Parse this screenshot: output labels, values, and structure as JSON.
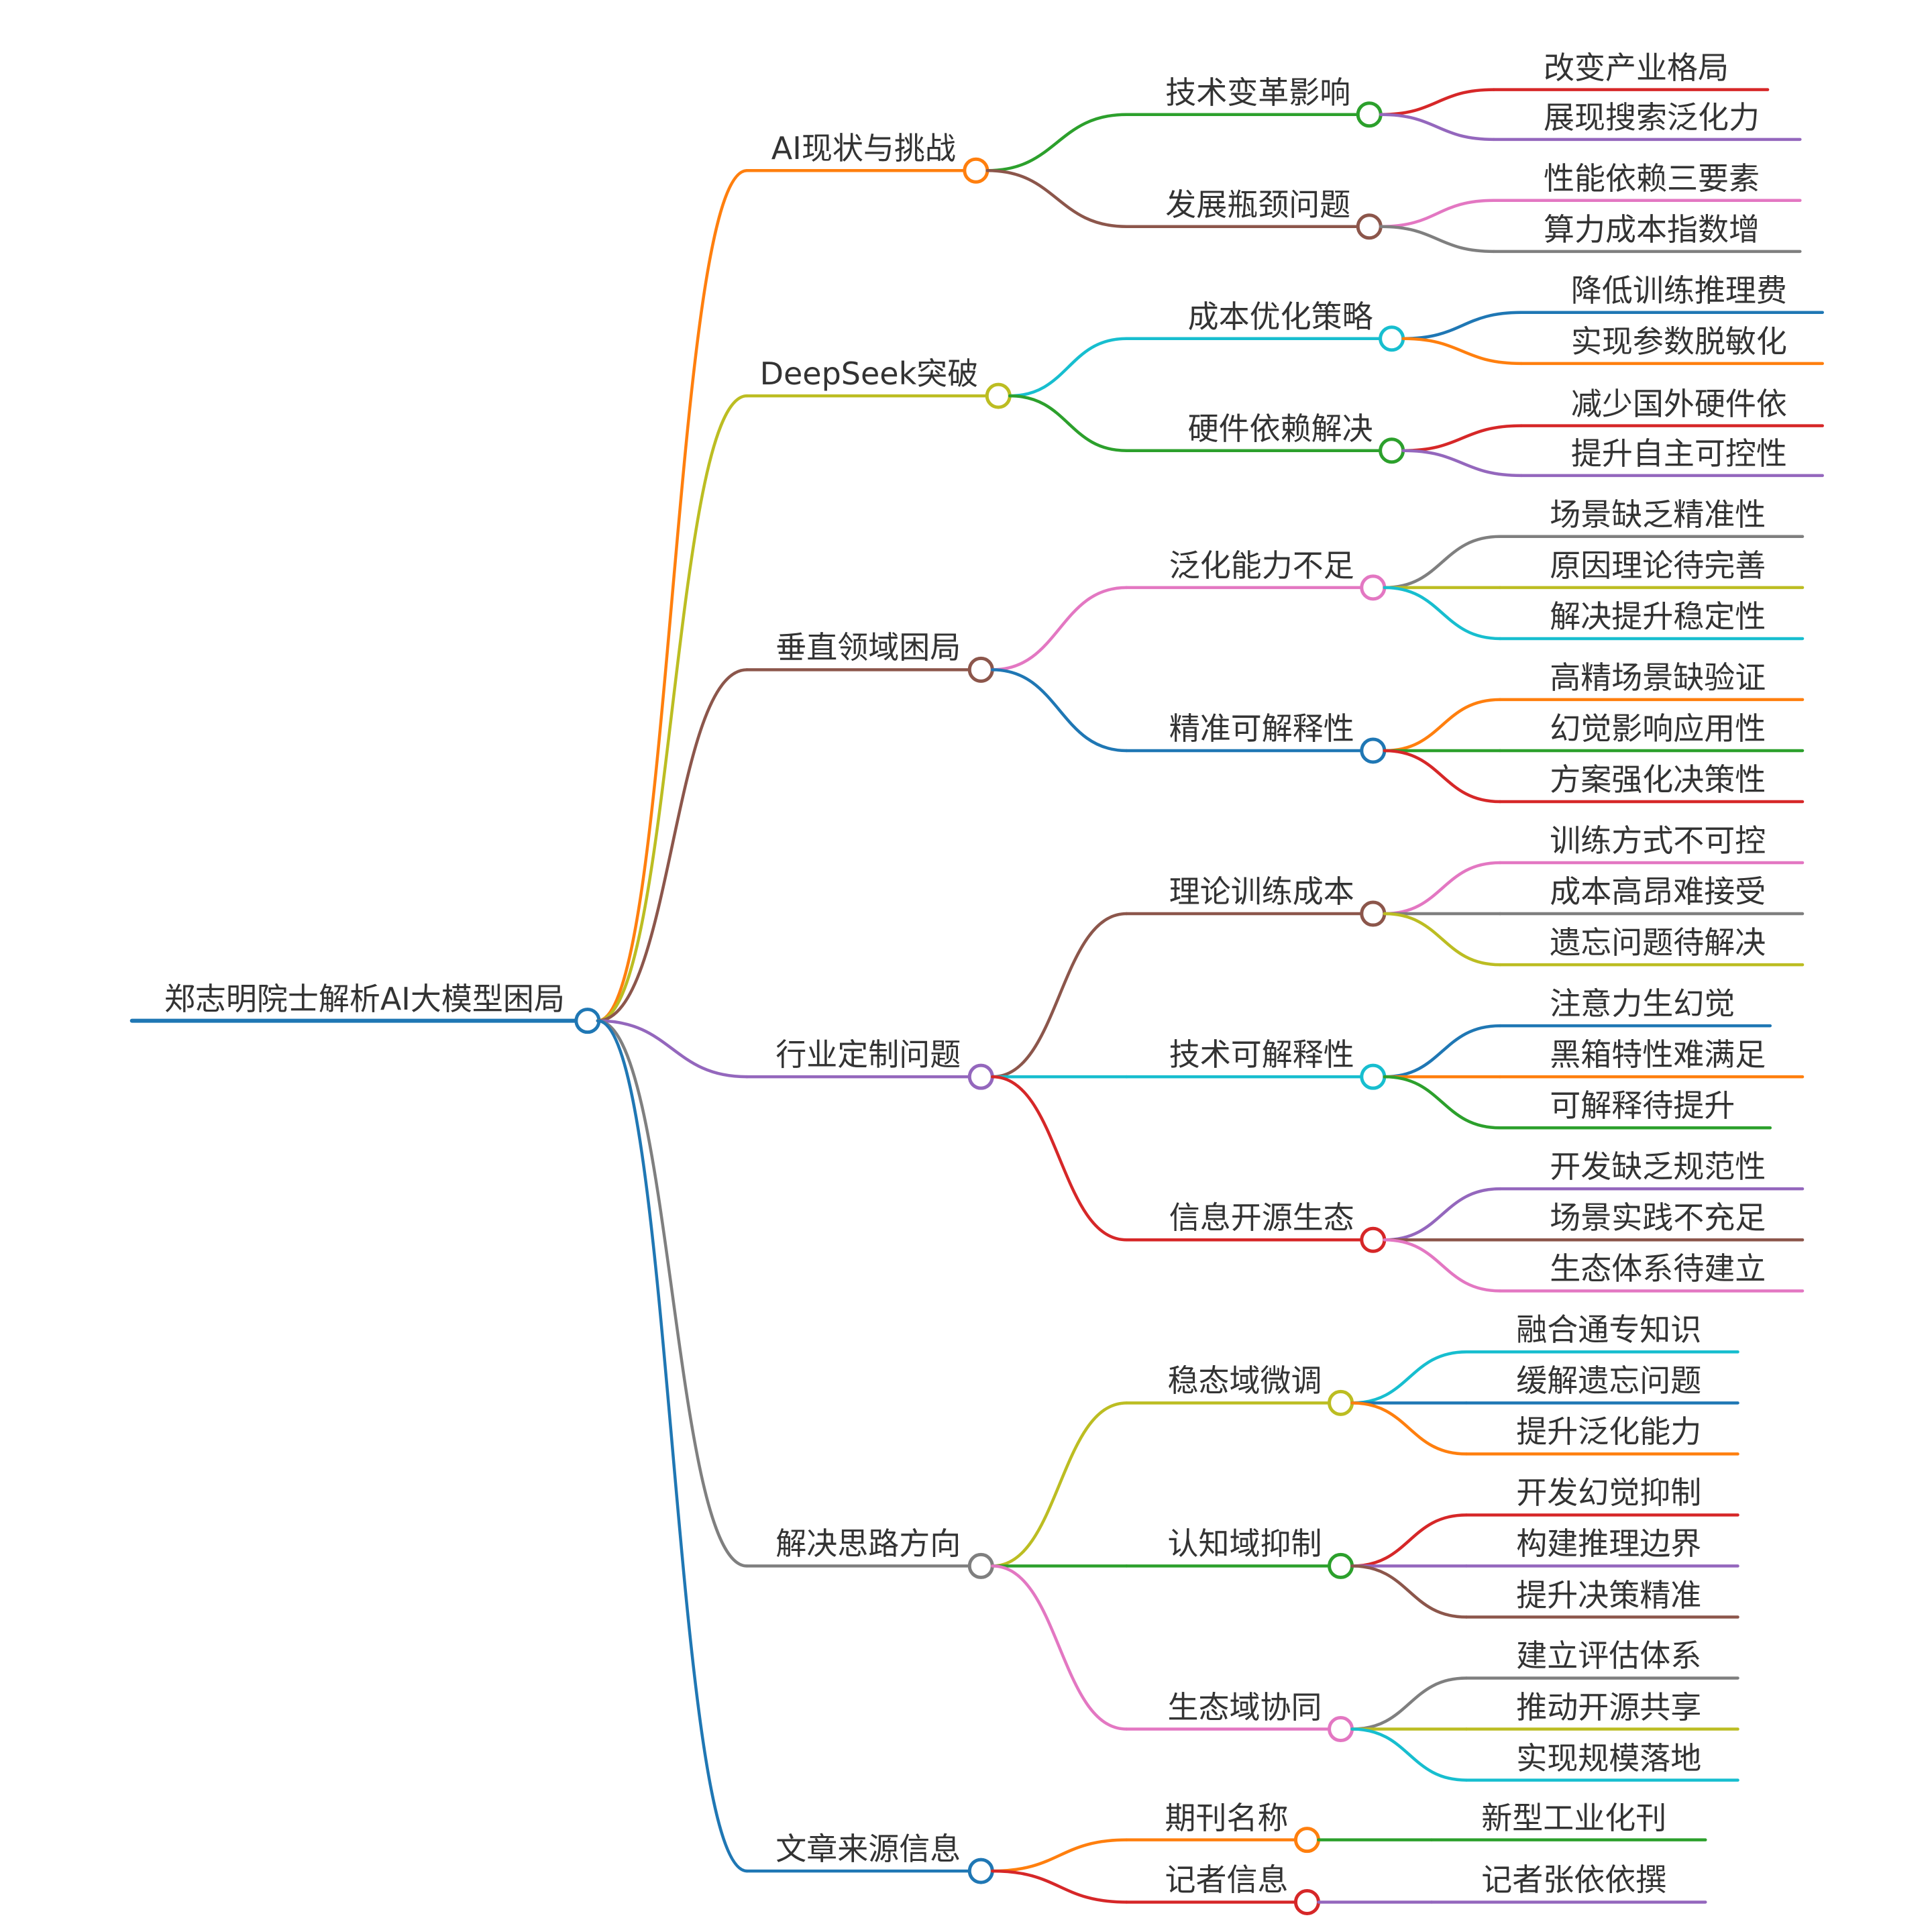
{
  "root": {
    "label": "郑志明院士解析AI大模型困局",
    "color": "#1f77b4"
  },
  "branches": [
    {
      "label": "AI现状与挑战",
      "color": "#ff7f0e",
      "children": [
        {
          "label": "技术变革影响",
          "color": "#2ca02c",
          "leaves": [
            {
              "label": "改变产业格局",
              "color": "#d62728"
            },
            {
              "label": "展现搜索泛化力",
              "color": "#9467bd"
            }
          ]
        },
        {
          "label": "发展瓶颈问题",
          "color": "#8c564b",
          "leaves": [
            {
              "label": "性能依赖三要素",
              "color": "#e377c2"
            },
            {
              "label": "算力成本指数增",
              "color": "#7f7f7f"
            }
          ]
        }
      ]
    },
    {
      "label": "DeepSeek突破",
      "color": "#bcbd22",
      "children": [
        {
          "label": "成本优化策略",
          "color": "#17becf",
          "leaves": [
            {
              "label": "降低训练推理费",
              "color": "#1f77b4"
            },
            {
              "label": "实现参数脱敏化",
              "color": "#ff7f0e"
            }
          ]
        },
        {
          "label": "硬件依赖解决",
          "color": "#2ca02c",
          "leaves": [
            {
              "label": "减少国外硬件依",
              "color": "#d62728"
            },
            {
              "label": "提升自主可控性",
              "color": "#9467bd"
            }
          ]
        }
      ]
    },
    {
      "label": "垂直领域困局",
      "color": "#8c564b",
      "children": [
        {
          "label": "泛化能力不足",
          "color": "#e377c2",
          "leaves": [
            {
              "label": "场景缺乏精准性",
              "color": "#7f7f7f"
            },
            {
              "label": "原因理论待完善",
              "color": "#bcbd22"
            },
            {
              "label": "解决提升稳定性",
              "color": "#17becf"
            }
          ]
        },
        {
          "label": "精准可解释性",
          "color": "#1f77b4",
          "leaves": [
            {
              "label": "高精场景缺验证",
              "color": "#ff7f0e"
            },
            {
              "label": "幻觉影响应用性",
              "color": "#2ca02c"
            },
            {
              "label": "方案强化决策性",
              "color": "#d62728"
            }
          ]
        }
      ]
    },
    {
      "label": "行业定制问题",
      "color": "#9467bd",
      "children": [
        {
          "label": "理论训练成本",
          "color": "#8c564b",
          "leaves": [
            {
              "label": "训练方式不可控",
              "color": "#e377c2"
            },
            {
              "label": "成本高昂难接受",
              "color": "#7f7f7f"
            },
            {
              "label": "遗忘问题待解决",
              "color": "#bcbd22"
            }
          ]
        },
        {
          "label": "技术可解释性",
          "color": "#17becf",
          "leaves": [
            {
              "label": "注意力生幻觉",
              "color": "#1f77b4"
            },
            {
              "label": "黑箱特性难满足",
              "color": "#ff7f0e"
            },
            {
              "label": "可解释待提升",
              "color": "#2ca02c"
            }
          ]
        },
        {
          "label": "信息开源生态",
          "color": "#d62728",
          "leaves": [
            {
              "label": "开发缺乏规范性",
              "color": "#9467bd"
            },
            {
              "label": "场景实践不充足",
              "color": "#8c564b"
            },
            {
              "label": "生态体系待建立",
              "color": "#e377c2"
            }
          ]
        }
      ]
    },
    {
      "label": "解决思路方向",
      "color": "#7f7f7f",
      "children": [
        {
          "label": "稳态域微调",
          "color": "#bcbd22",
          "leaves": [
            {
              "label": "融合通专知识",
              "color": "#17becf"
            },
            {
              "label": "缓解遗忘问题",
              "color": "#1f77b4"
            },
            {
              "label": "提升泛化能力",
              "color": "#ff7f0e"
            }
          ]
        },
        {
          "label": "认知域抑制",
          "color": "#2ca02c",
          "leaves": [
            {
              "label": "开发幻觉抑制",
              "color": "#d62728"
            },
            {
              "label": "构建推理边界",
              "color": "#9467bd"
            },
            {
              "label": "提升决策精准",
              "color": "#8c564b"
            }
          ]
        },
        {
          "label": "生态域协同",
          "color": "#e377c2",
          "leaves": [
            {
              "label": "建立评估体系",
              "color": "#7f7f7f"
            },
            {
              "label": "推动开源共享",
              "color": "#bcbd22"
            },
            {
              "label": "实现规模落地",
              "color": "#17becf"
            }
          ]
        }
      ]
    },
    {
      "label": "文章来源信息",
      "color": "#1f77b4",
      "children": [
        {
          "label": "期刊名称",
          "color": "#ff7f0e",
          "leaves": [
            {
              "label": "新型工业化刊",
              "color": "#2ca02c"
            }
          ]
        },
        {
          "label": "记者信息",
          "color": "#d62728",
          "leaves": [
            {
              "label": "记者张依依撰",
              "color": "#9467bd"
            }
          ]
        }
      ]
    }
  ]
}
